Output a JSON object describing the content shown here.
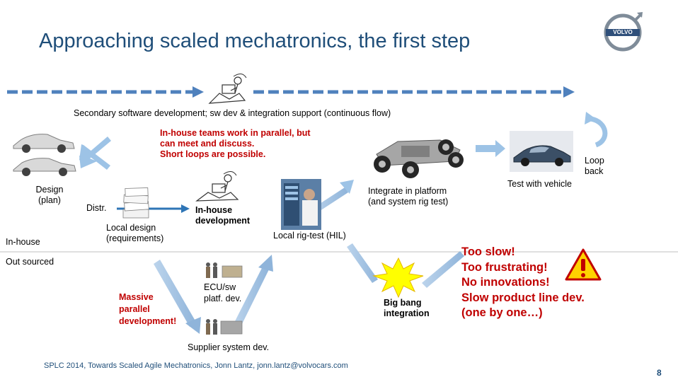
{
  "slide": {
    "title": "Approaching scaled mechatronics, the first step",
    "page_number": "8",
    "footer": "SPLC 2014, Towards Scaled Agile Mechatronics, Jonn Lantz, jonn.lantz@volvocars.com",
    "logo_text": "VOLVO"
  },
  "top_flow": {
    "label": "Secondary software development; sw dev & integration support (continuous flow)"
  },
  "labels": {
    "inhouse_teams": [
      "In-house teams work in parallel, but",
      "can meet and discuss.",
      "Short loops are possible."
    ],
    "design_plan": [
      "Design",
      "(plan)"
    ],
    "in_house": "In-house",
    "out_sourced": "Out sourced",
    "distr": "Distr.",
    "local_design": [
      "Local design",
      "(requirements)"
    ],
    "inhouse_development": [
      "In-house",
      "development"
    ],
    "integrate_platform": [
      "Integrate in platform",
      "(and system rig test)"
    ],
    "local_rig_test": "Local rig-test (HIL)",
    "test_with_vehicle": "Test with vehicle",
    "loop_back": [
      "Loop",
      "back"
    ],
    "massive_parallel": [
      "Massive",
      "parallel",
      "development!"
    ],
    "ecu_sw": [
      "ECU/sw",
      "platf. dev."
    ],
    "big_bang": [
      "Big bang",
      "integration"
    ],
    "supplier_system": "Supplier system dev."
  },
  "warning": {
    "lines": [
      "Too slow!",
      "Too frustrating!",
      "No innovations!",
      "Slow product line dev.",
      "(one by one…)"
    ],
    "icon": "warning-icon"
  },
  "colors": {
    "title": "#1f4e79",
    "dashed_arrow": "#4f81bd",
    "arrow_fill": "#9dc3e6",
    "dark_arrow": "#2e75b6",
    "red_text": "#c00000"
  }
}
